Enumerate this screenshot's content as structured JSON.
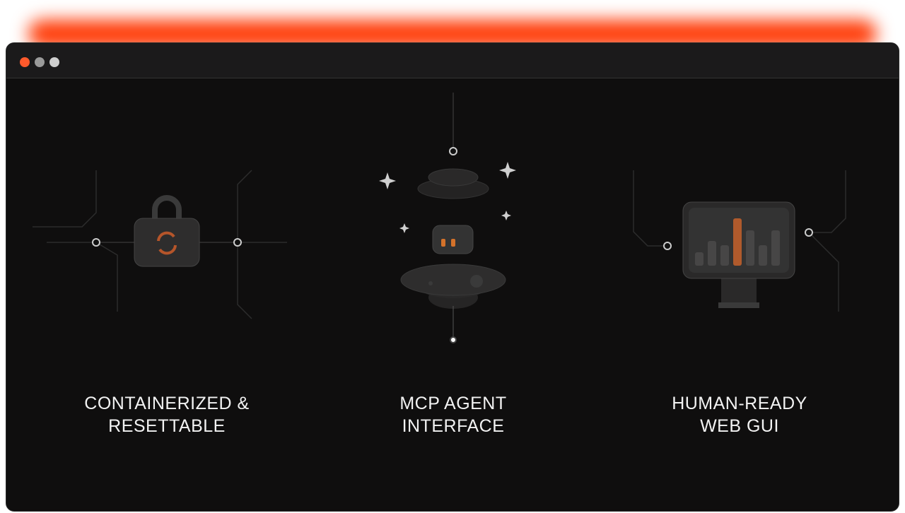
{
  "window": {
    "controls": [
      {
        "name": "close",
        "color": "#ff5a2c"
      },
      {
        "name": "minimize",
        "color": "#9a9a9a"
      },
      {
        "name": "maximize",
        "color": "#cfcfcf"
      }
    ]
  },
  "accent": "#ff3d0a",
  "features": [
    {
      "line1": "CONTAINERIZED &",
      "line2": "RESETTABLE",
      "icon": "lock-reset-icon"
    },
    {
      "line1": "MCP AGENT",
      "line2": "INTERFACE",
      "icon": "agent-robot-icon"
    },
    {
      "line1": "HUMAN-READY",
      "line2": "WEB GUI",
      "icon": "monitor-chart-icon"
    }
  ]
}
